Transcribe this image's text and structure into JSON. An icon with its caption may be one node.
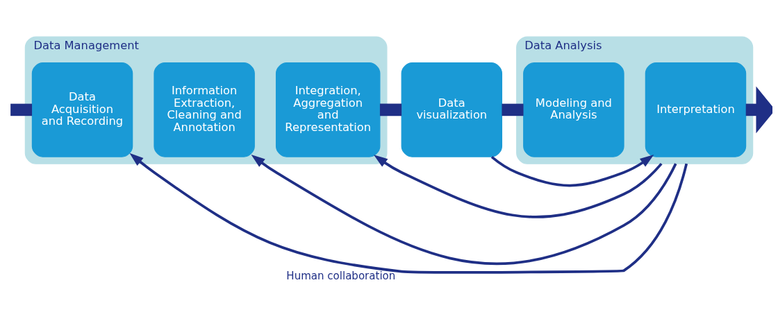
{
  "diagram": {
    "nodes": [
      {
        "text": [
          "Data Management"
        ]
      },
      {
        "text": [
          "Data Acquisition and Recording"
        ],
        "in": 0
      },
      {
        "text": [
          "Information Extraction, Cleaning and Annotation"
        ],
        "in": 0
      },
      {
        "text": [
          "Integration, Aggregation and Representation"
        ],
        "in": 0
      },
      {
        "text": [
          "Data visualization"
        ]
      },
      {
        "text": [
          "Data Analysis"
        ]
      },
      {
        "text": [
          "Modeling and Analysis"
        ],
        "in": 5
      },
      {
        "text": [
          "Interpretation"
        ],
        "in": 5
      }
    ],
    "edges": [
      {
        "from": null,
        "to": 1,
        "arrow": "none",
        "style": "thick"
      },
      {
        "from": 3,
        "to": 4,
        "arrow": "none",
        "style": "thick"
      },
      {
        "from": 4,
        "to": 6,
        "arrow": "none",
        "style": "thick"
      },
      {
        "from": 7,
        "to": null,
        "arrow": "to",
        "style": "thick"
      },
      {
        "from": 5,
        "to": 1,
        "arrow": "to",
        "label": "Human collaboration"
      },
      {
        "from": 5,
        "to": 2,
        "arrow": "to"
      },
      {
        "from": 5,
        "to": 3,
        "arrow": "to"
      },
      {
        "from": 4,
        "to": 7,
        "arrow": "to"
      }
    ]
  }
}
